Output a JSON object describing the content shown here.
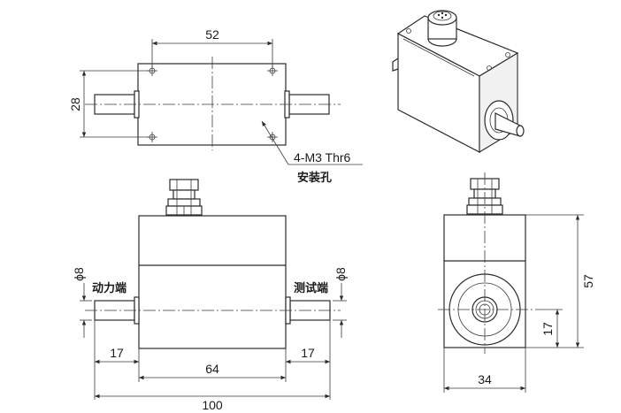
{
  "top_view": {
    "dim_hole_spacing": "52",
    "dim_height": "28",
    "hole_note": "4-M3 Thr6",
    "hole_label": "安装孔"
  },
  "front_view": {
    "dim_shaft_dia_left": "ϕ8",
    "dim_shaft_dia_right": "ϕ8",
    "label_drive_end": "动力端",
    "label_test_end": "测试端",
    "dim_shaft_len_left": "17",
    "dim_shaft_len_right": "17",
    "dim_body_len": "64",
    "dim_total_len": "100"
  },
  "side_view": {
    "dim_height": "57",
    "dim_axis_height": "17",
    "dim_width": "34"
  }
}
